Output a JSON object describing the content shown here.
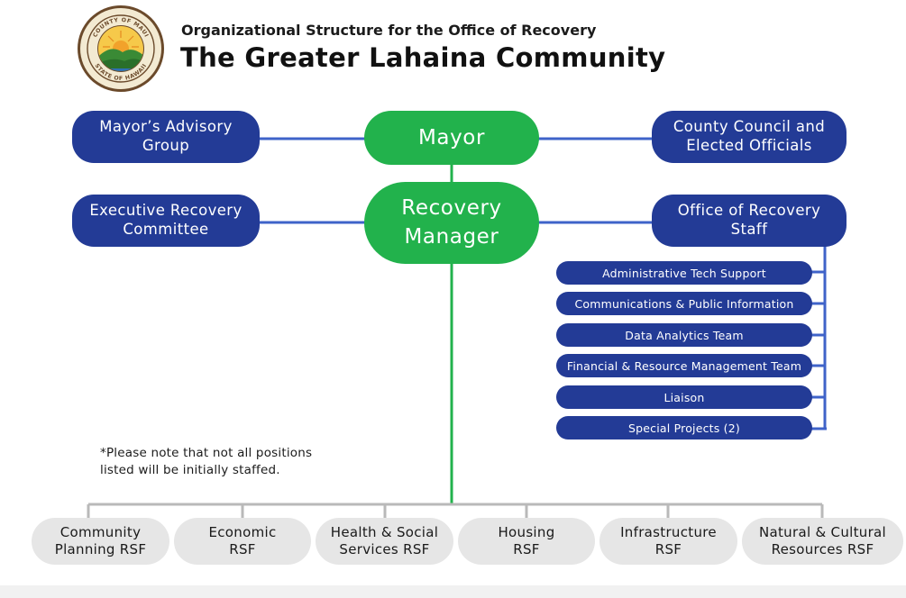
{
  "header": {
    "subtitle": "Organizational Structure for the Office of Recovery",
    "title": "The Greater Lahaina Community",
    "seal": {
      "top_text": "COUNTY OF MAUI",
      "bottom_text": "STATE OF HAWAII"
    }
  },
  "nodes": {
    "mayor": "Mayor",
    "recovery_manager": [
      "Recovery",
      "Manager"
    ],
    "mayors_advisory_group": [
      "Mayor’s Advisory",
      "Group"
    ],
    "executive_recovery_committee": [
      "Executive Recovery",
      "Committee"
    ],
    "county_council": [
      "County Council and",
      "Elected Officials"
    ],
    "office_of_recovery_staff": [
      "Office of Recovery",
      "Staff"
    ]
  },
  "staff_items": [
    "Administrative Tech Support",
    "Communications & Public Information",
    "Data Analytics Team",
    "Financial & Resource Management Team",
    "Liaison",
    "Special Projects (2)"
  ],
  "note": [
    "*Please note that not all positions",
    "listed will be initially staffed."
  ],
  "rsf": [
    [
      "Community",
      "Planning RSF"
    ],
    [
      "Economic",
      "RSF"
    ],
    [
      "Health & Social",
      "Services RSF"
    ],
    [
      "Housing",
      "RSF"
    ],
    [
      "Infrastructure",
      "RSF"
    ],
    [
      "Natural & Cultural",
      "Resources RSF"
    ]
  ],
  "colors": {
    "blue": "#233b96",
    "green": "#22b24c",
    "gray": "#e6e6e6",
    "connector_blue": "#3f63c9",
    "connector_green": "#22b24c",
    "connector_gray": "#b9b9b9"
  }
}
